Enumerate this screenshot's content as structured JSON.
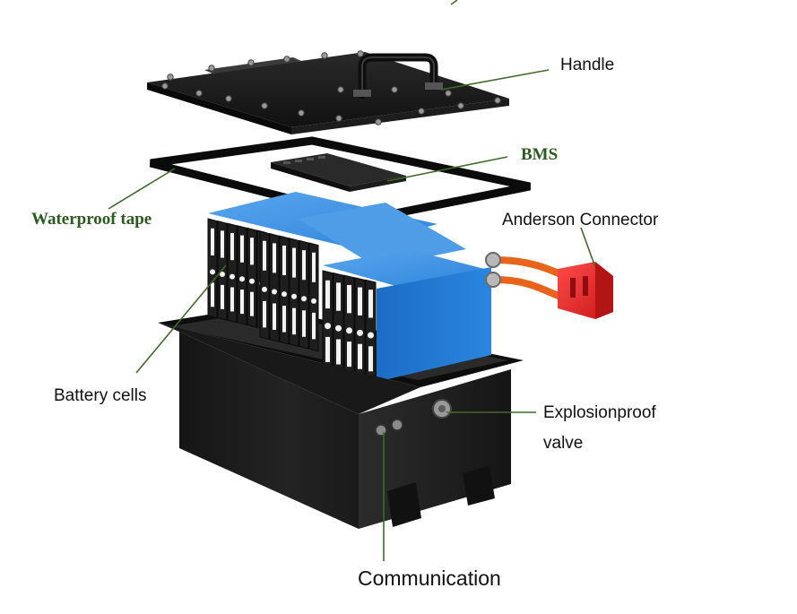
{
  "labels": {
    "handle": "Handle",
    "bms": "BMS",
    "waterproof_tape": "Waterproof tape",
    "anderson_connector": "Anderson Connector",
    "battery_cells": "Battery cells",
    "explosionproof_valve_line1": "Explosionproof",
    "explosionproof_valve_line2": "valve",
    "communication": "Communication"
  },
  "colors": {
    "label_green": "#2b5a1e",
    "leader_line": "#3f6a2a",
    "cell_blue": "#1f78d1",
    "case_black": "#1b1b1b",
    "connector_red": "#e52b2b",
    "cable_orange": "#e8641c"
  },
  "icons": [
    "handle-icon",
    "bms-module-icon",
    "anderson-connector-icon",
    "bolt-icon"
  ]
}
